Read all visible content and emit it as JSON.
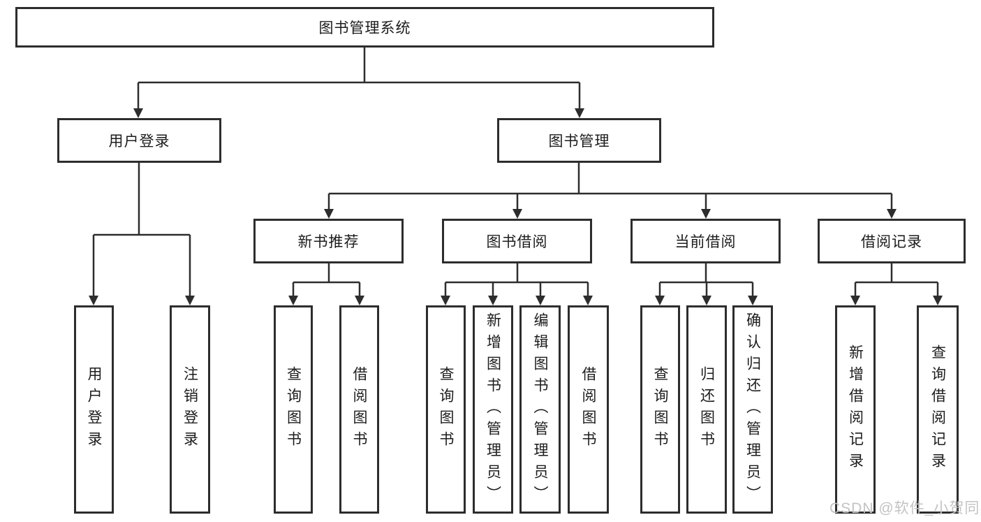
{
  "diagram": {
    "tree": {
      "label": "图书管理系统",
      "children": [
        {
          "label": "用户登录",
          "children": [
            {
              "label": "用户登录"
            },
            {
              "label": "注销登录"
            }
          ]
        },
        {
          "label": "图书管理",
          "children": [
            {
              "label": "新书推荐",
              "children": [
                {
                  "label": "查询图书"
                },
                {
                  "label": "借阅图书"
                }
              ]
            },
            {
              "label": "图书借阅",
              "children": [
                {
                  "label": "查询图书"
                },
                {
                  "label": "新增图书（管理员）"
                },
                {
                  "label": "编辑图书（管理员）"
                },
                {
                  "label": "借阅图书"
                }
              ]
            },
            {
              "label": "当前借阅",
              "children": [
                {
                  "label": "查询图书"
                },
                {
                  "label": "归还图书"
                },
                {
                  "label": "确认归还（管理员）"
                }
              ]
            },
            {
              "label": "借阅记录",
              "children": [
                {
                  "label": "新增借阅记录"
                },
                {
                  "label": "查询借阅记录"
                }
              ]
            }
          ]
        }
      ]
    },
    "watermark": {
      "text": "CSDN @软件_小贺同学"
    },
    "colors": {
      "line": "#2d2d2d",
      "box_border": "#2d2d2d",
      "box_bg": "#ffffff",
      "text": "#1c1c1c",
      "watermark": "#c3c3c3"
    }
  }
}
